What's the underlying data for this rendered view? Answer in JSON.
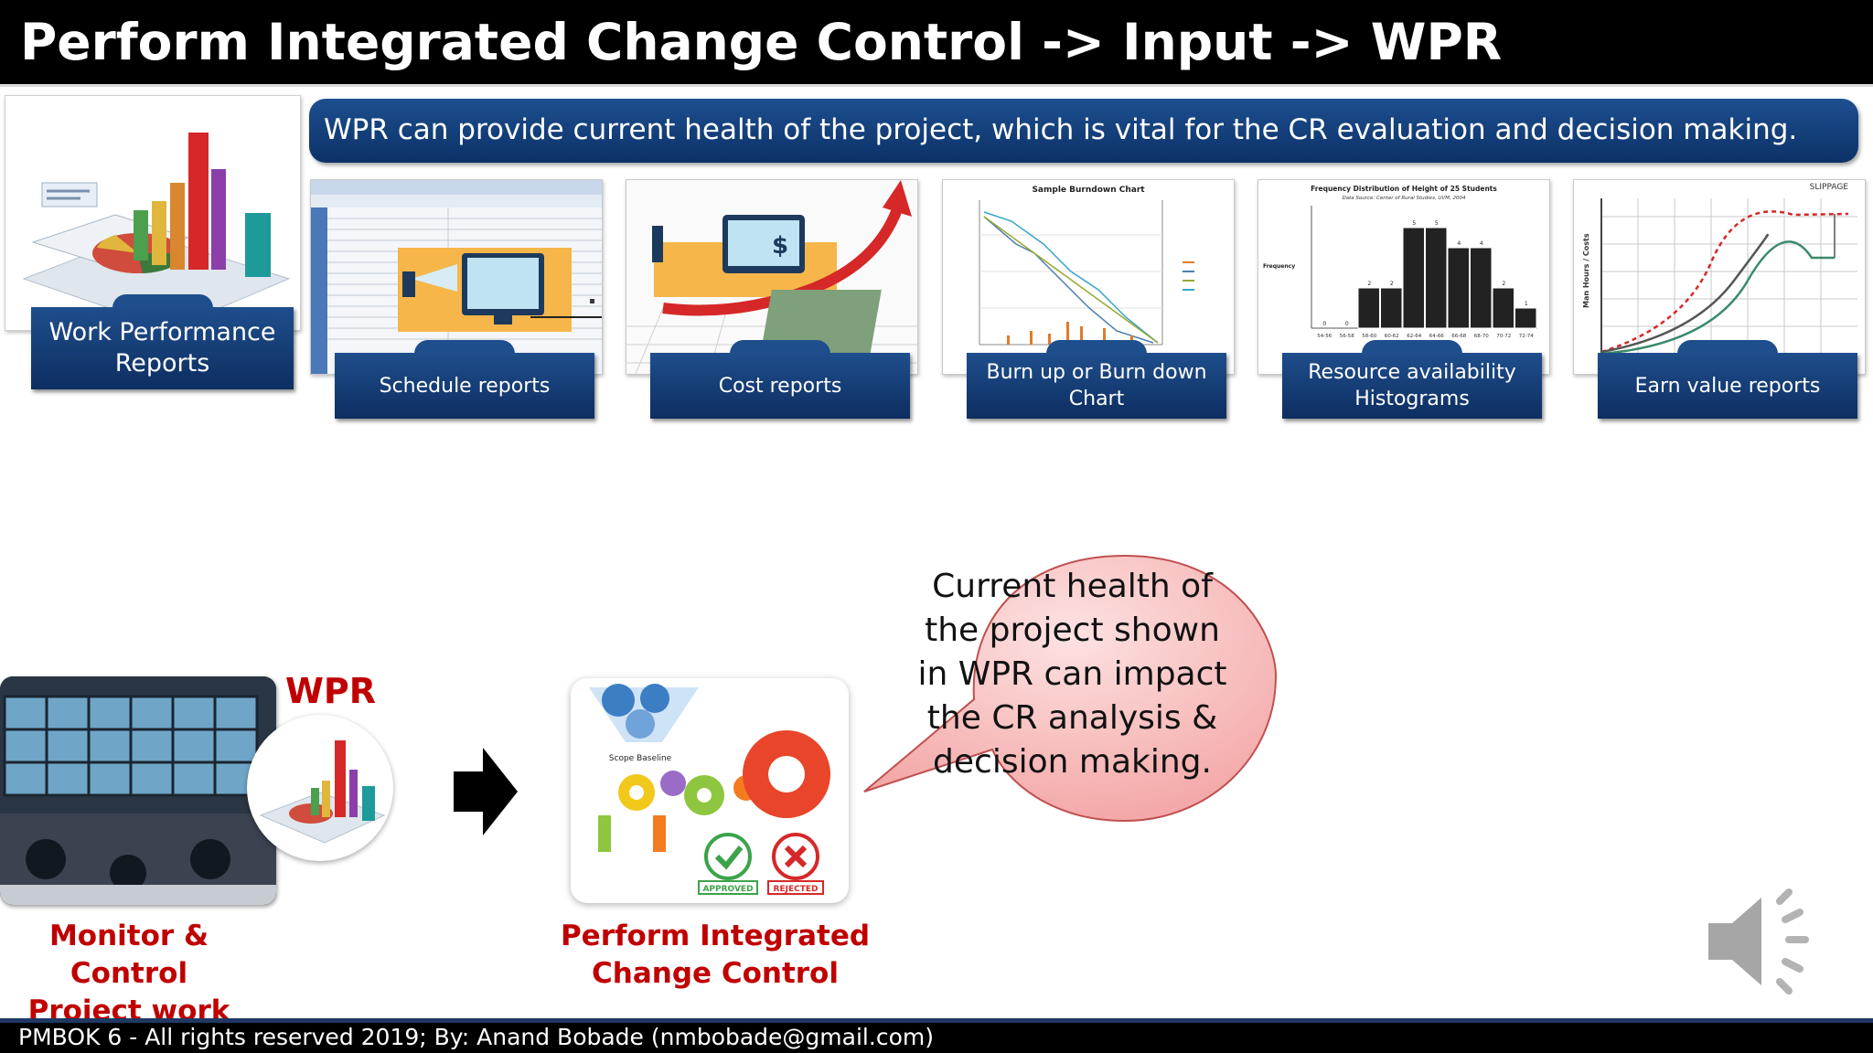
{
  "header": {
    "title": "Perform Integrated Change Control -> Input -> WPR"
  },
  "banner": {
    "text": "WPR can provide current health of the project, which is vital for the CR evaluation and decision making."
  },
  "wpr_card": {
    "label_line1": "Work Performance",
    "label_line2": "Reports"
  },
  "report_types": [
    {
      "line1": "Schedule reports",
      "line2": ""
    },
    {
      "line1": "Cost reports",
      "line2": ""
    },
    {
      "line1": "Burn up or Burn down",
      "line2": "Chart"
    },
    {
      "line1": "Resource availability",
      "line2": "Histograms"
    },
    {
      "line1": "Earn value reports",
      "line2": ""
    }
  ],
  "thumbnails": {
    "cost": {
      "currency_symbol": "$"
    },
    "burndown": {
      "title": "Sample Burndown Chart"
    },
    "histogram": {
      "title": "Frequency Distribution of Height of 25 Students",
      "subtitle": "Data Source: Center of Rural Studies, UVM, 2004",
      "ylabel": "Frequency",
      "values": [
        0,
        0,
        2,
        2,
        5,
        5,
        4,
        4,
        2,
        1
      ],
      "categories": [
        "54-56",
        "56-58",
        "58-60",
        "60-62",
        "62-64",
        "64-66",
        "66-68",
        "68-70",
        "70-72",
        "72-74"
      ]
    },
    "earned_value": {
      "slippage_label": "SLIPPAGE",
      "ylabel": "Man Hours / Costs"
    }
  },
  "flow": {
    "wpr_tag": "WPR",
    "monitor_label_line1": "Monitor & Control",
    "monitor_label_line2": "Project work",
    "scope_baseline_label": "Scope Baseline",
    "approved_stamp": "APPROVED",
    "rejected_stamp": "REJECTED",
    "picc_label_line1": "Perform Integrated",
    "picc_label_line2": "Change Control"
  },
  "callout": {
    "line1": "Current health of",
    "line2": "the project shown",
    "line3": "in WPR can impact",
    "line4": "the CR analysis &",
    "line5": "decision making."
  },
  "footer": {
    "text": "PMBOK 6 - All rights reserved 2019; By: Anand Bobade (nmbobade@gmail.com)"
  },
  "icons": {
    "speaker": "speaker-icon",
    "arrow": "right-arrow-icon"
  }
}
